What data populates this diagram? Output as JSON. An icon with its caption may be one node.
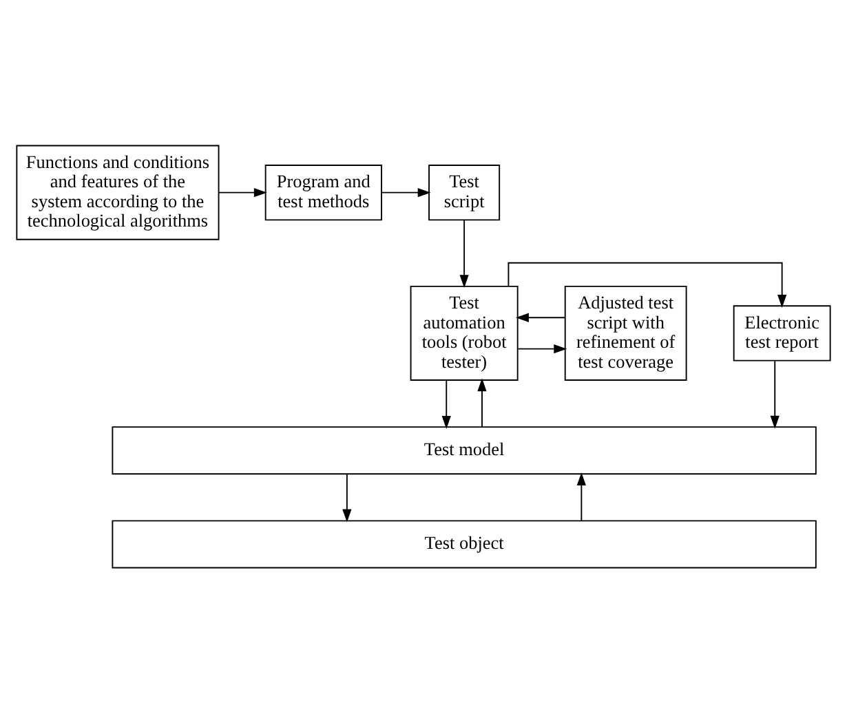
{
  "diagram": {
    "nodes": [
      {
        "text": [
          "Functions and conditions and features of the system according to the technological algorithms"
        ]
      },
      {
        "text": [
          "Program and test methods"
        ]
      },
      {
        "text": [
          "Test script"
        ]
      },
      {
        "text": [
          "Electronic test report"
        ]
      },
      {
        "text": [
          "Adjusted test script with refinement of test coverage"
        ]
      },
      {
        "text": [
          "Test automation tools (robot tester)"
        ]
      },
      {
        "text": [
          "Test model"
        ]
      },
      {
        "text": [
          "Test object"
        ]
      }
    ],
    "edges": [
      {
        "from": 0,
        "to": 1,
        "arrow": "to"
      },
      {
        "from": 1,
        "to": 2,
        "arrow": "to"
      },
      {
        "from": 2,
        "to": 5,
        "arrow": "to"
      },
      {
        "from": 5,
        "to": 4,
        "arrow": "to"
      },
      {
        "from": 4,
        "to": 5,
        "arrow": "to"
      },
      {
        "from": 5,
        "to": 3,
        "arrow": "to"
      },
      {
        "from": 3,
        "to": 6,
        "arrow": "to"
      },
      {
        "from": 5,
        "to": 6,
        "arrow": "to"
      },
      {
        "from": 6,
        "to": 5,
        "arrow": "to"
      },
      {
        "from": 6,
        "to": 7,
        "arrow": "to"
      },
      {
        "from": 7,
        "to": 6,
        "arrow": "to"
      }
    ]
  }
}
